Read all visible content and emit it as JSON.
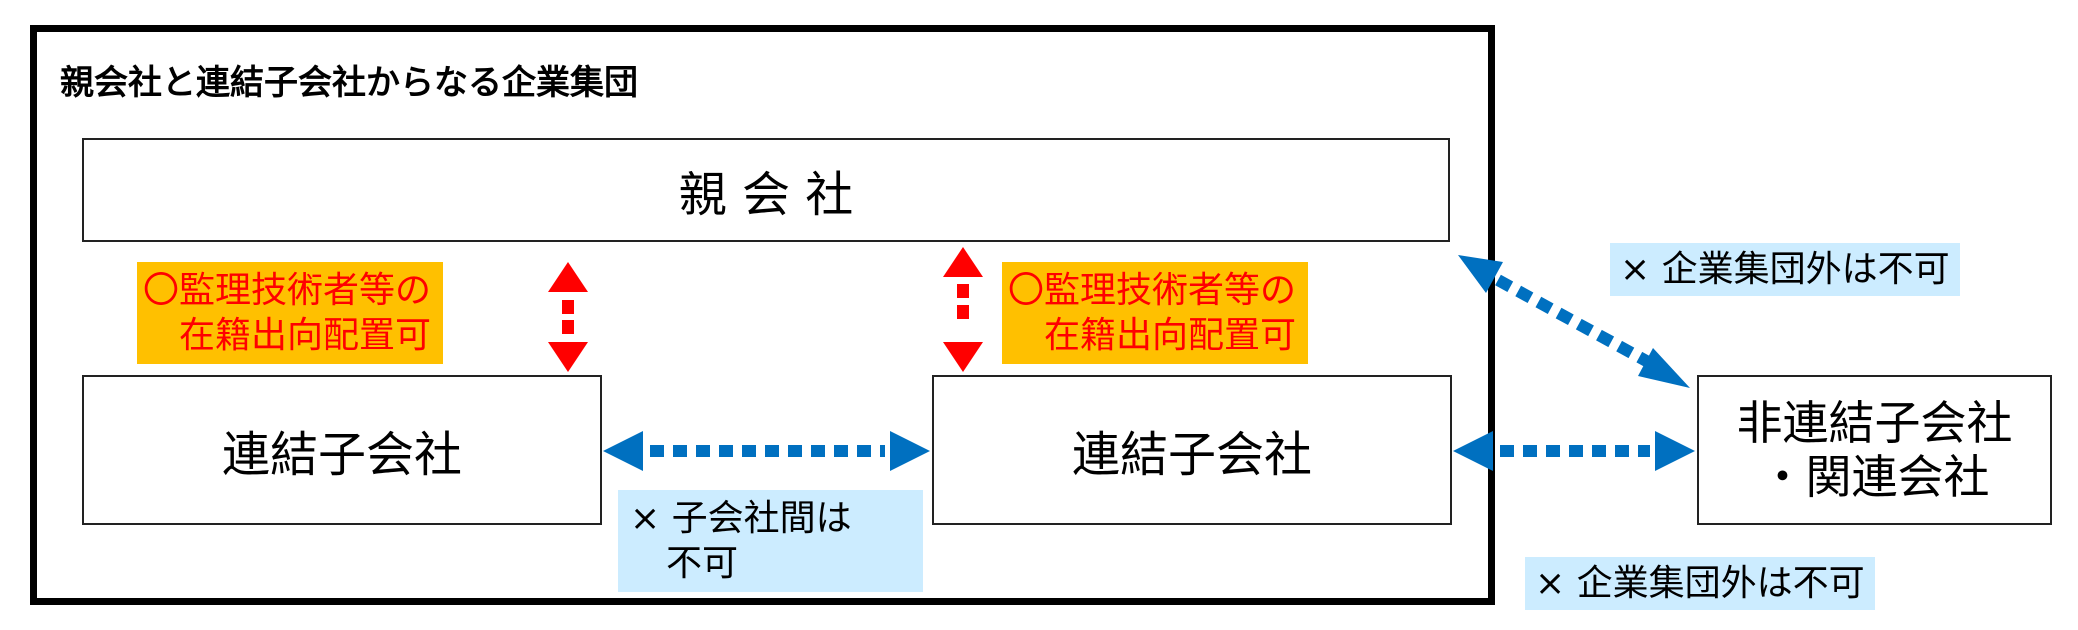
{
  "group": {
    "title": "親会社と連結子会社からなる企業集団"
  },
  "parent": {
    "label": "親 会 社"
  },
  "subsidiaries": [
    {
      "label": "連結子会社"
    },
    {
      "label": "連結子会社"
    }
  ],
  "external": {
    "line1": "非連結子会社",
    "line2": "・関連会社"
  },
  "allowed_note": {
    "line1": "〇監理技術者等の",
    "line2": "在籍出向配置可"
  },
  "between_subsidiaries_note": {
    "line1": "× 子会社間は",
    "line2": "不可"
  },
  "outside_group_note": "× 企業集団外は不可",
  "colors": {
    "allowed_arrow": "#FF0000",
    "not_allowed_arrow": "#0070C0",
    "allowed_note_bg": "#FFC000",
    "not_allowed_note_bg": "#CCECFF",
    "allowed_text": "#FF0000"
  }
}
